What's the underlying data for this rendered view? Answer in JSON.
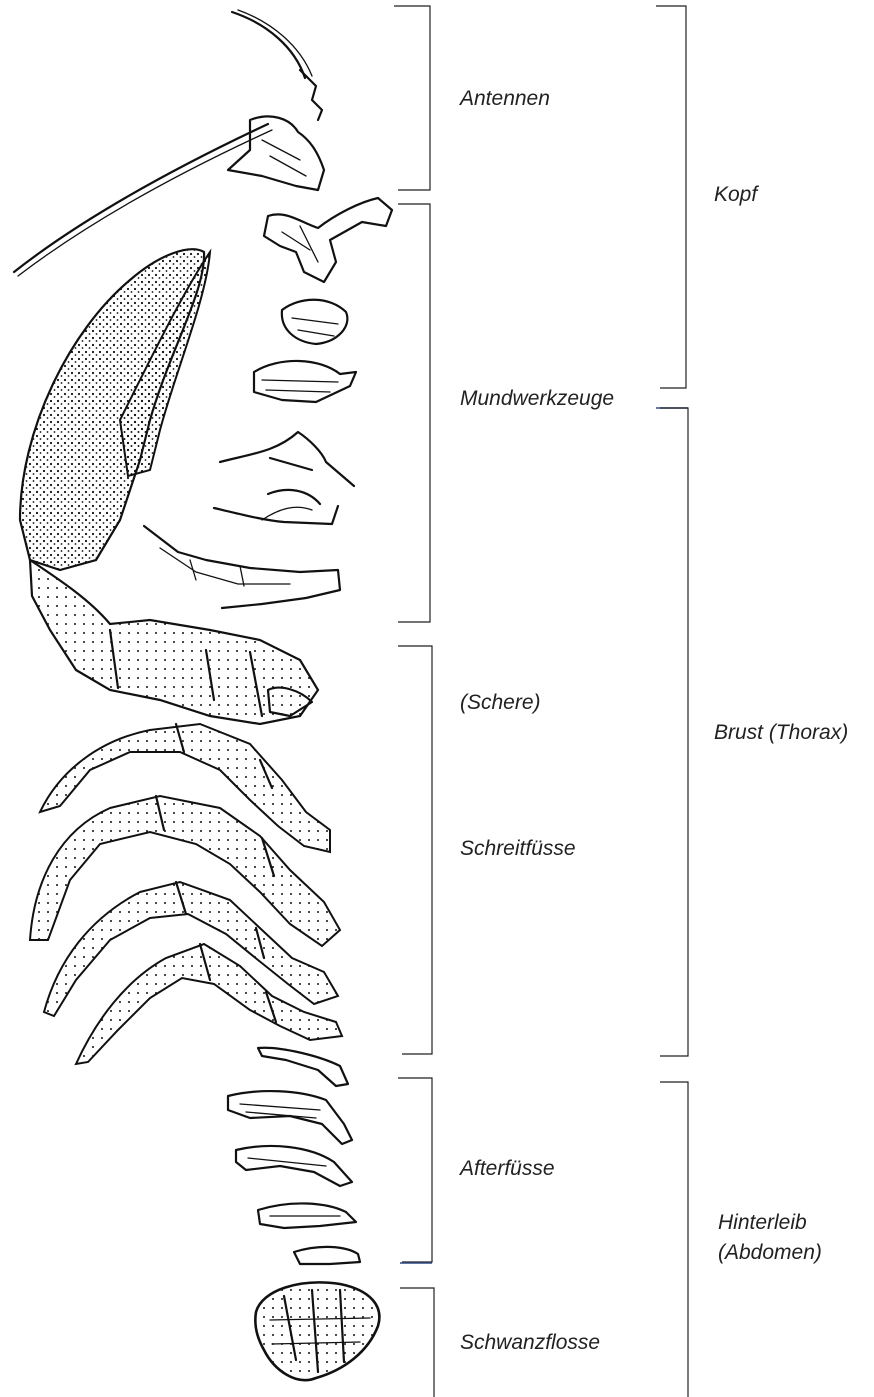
{
  "diagram": {
    "parts": [
      {
        "id": "antennen",
        "label": "Antennen"
      },
      {
        "id": "mundwerkzeuge",
        "label": "Mundwerkzeuge"
      },
      {
        "id": "schere",
        "label": "(Schere)"
      },
      {
        "id": "schreitfuesse",
        "label": "Schreitfüsse"
      },
      {
        "id": "afterfuesse",
        "label": "Afterfüsse"
      },
      {
        "id": "schwanzflosse",
        "label": "Schwanzflosse"
      }
    ],
    "regions": [
      {
        "id": "kopf",
        "label": "Kopf"
      },
      {
        "id": "brust",
        "label": "Brust (Thorax)"
      },
      {
        "id": "hinterleib",
        "label": "Hinterleib",
        "label_line2": "(Abdomen)"
      }
    ],
    "colors": {
      "ink": "#111111",
      "label_text": "#222222",
      "accent_tick": "#2e4a86"
    }
  }
}
